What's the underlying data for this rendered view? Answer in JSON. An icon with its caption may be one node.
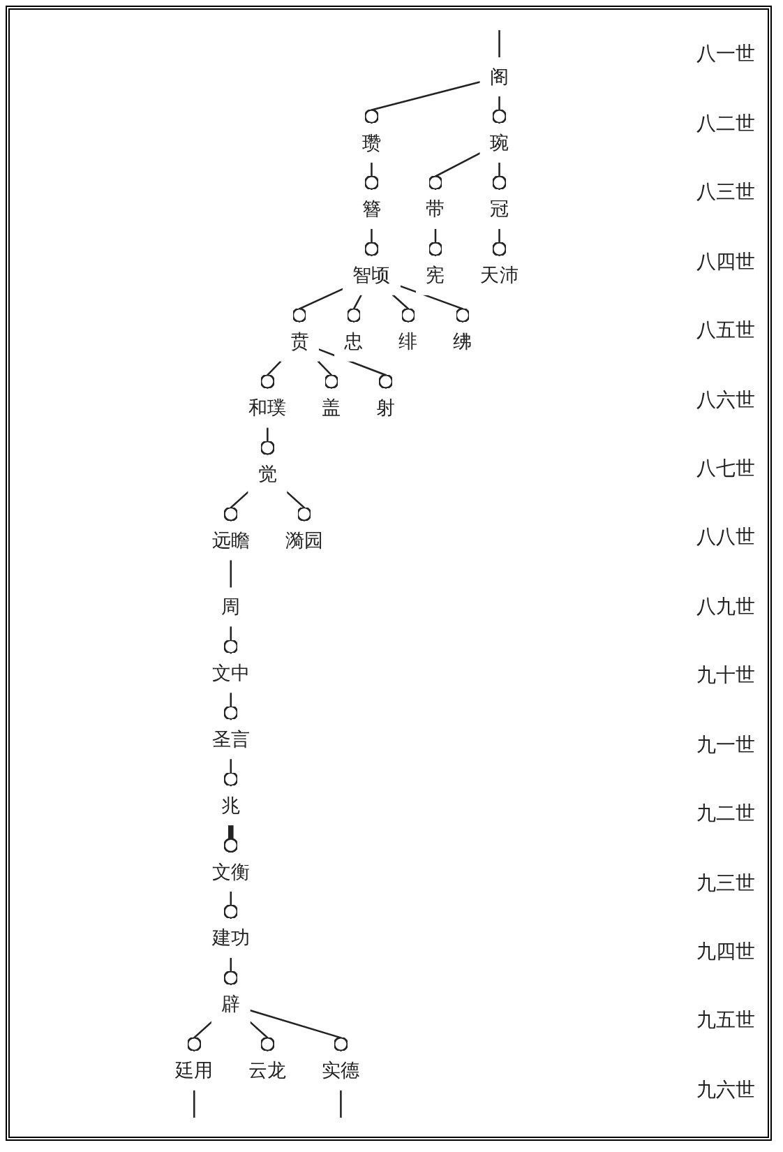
{
  "diagram": {
    "nodes": [
      {
        "text": [
          "阁"
        ]
      },
      {
        "text": [
          "瓒"
        ]
      },
      {
        "text": [
          "琬"
        ]
      },
      {
        "text": [
          "簪"
        ]
      },
      {
        "text": [
          "带"
        ]
      },
      {
        "text": [
          "冠"
        ]
      },
      {
        "text": [
          "智顷"
        ]
      },
      {
        "text": [
          "宪"
        ]
      },
      {
        "text": [
          "天沛"
        ]
      },
      {
        "text": [
          "贲"
        ]
      },
      {
        "text": [
          "忠"
        ]
      },
      {
        "text": [
          "绯"
        ]
      },
      {
        "text": [
          "绋"
        ]
      },
      {
        "text": [
          "和璞"
        ]
      },
      {
        "text": [
          "盖"
        ]
      },
      {
        "text": [
          "射"
        ]
      },
      {
        "text": [
          "觉"
        ]
      },
      {
        "text": [
          "远瞻"
        ]
      },
      {
        "text": [
          "漪园"
        ]
      },
      {
        "text": [
          "周"
        ]
      },
      {
        "text": [
          "文中"
        ]
      },
      {
        "text": [
          "圣言"
        ]
      },
      {
        "text": [
          "兆"
        ]
      },
      {
        "text": [
          "文衡"
        ]
      },
      {
        "text": [
          "建功"
        ]
      },
      {
        "text": [
          "辟"
        ]
      },
      {
        "text": [
          "廷用"
        ]
      },
      {
        "text": [
          "云龙"
        ]
      },
      {
        "text": [
          "实德"
        ]
      }
    ],
    "edges": [
      {
        "from": null,
        "to": 0,
        "arrow": "none"
      },
      {
        "from": 0,
        "to": 1,
        "arrow": "other"
      },
      {
        "from": 0,
        "to": 2,
        "arrow": "other"
      },
      {
        "from": 1,
        "to": 3,
        "arrow": "other"
      },
      {
        "from": 2,
        "to": 4,
        "arrow": "other"
      },
      {
        "from": 2,
        "to": 5,
        "arrow": "other"
      },
      {
        "from": 3,
        "to": 6,
        "arrow": "other"
      },
      {
        "from": 4,
        "to": 7,
        "arrow": "other"
      },
      {
        "from": 5,
        "to": 8,
        "arrow": "other"
      },
      {
        "from": 6,
        "to": 9,
        "arrow": "other"
      },
      {
        "from": 6,
        "to": 10,
        "arrow": "other"
      },
      {
        "from": 6,
        "to": 11,
        "arrow": "other"
      },
      {
        "from": 6,
        "to": 12,
        "arrow": "other"
      },
      {
        "from": 9,
        "to": 13,
        "arrow": "other"
      },
      {
        "from": 9,
        "to": 14,
        "arrow": "other"
      },
      {
        "from": 9,
        "to": 15,
        "arrow": "other"
      },
      {
        "from": 13,
        "to": 16,
        "arrow": "other"
      },
      {
        "from": 16,
        "to": 17,
        "arrow": "other"
      },
      {
        "from": 16,
        "to": 18,
        "arrow": "other"
      },
      {
        "from": 17,
        "to": 19,
        "arrow": "none"
      },
      {
        "from": 19,
        "to": 20,
        "arrow": "other"
      },
      {
        "from": 20,
        "to": 21,
        "arrow": "other"
      },
      {
        "from": 21,
        "to": 22,
        "arrow": "other"
      },
      {
        "from": 22,
        "to": 23,
        "arrow": "other",
        "style": "thick"
      },
      {
        "from": 23,
        "to": 24,
        "arrow": "other"
      },
      {
        "from": 24,
        "to": 25,
        "arrow": "other"
      },
      {
        "from": 25,
        "to": 26,
        "arrow": "other"
      },
      {
        "from": 25,
        "to": 27,
        "arrow": "other"
      },
      {
        "from": 25,
        "to": 28,
        "arrow": "other"
      },
      {
        "from": 26,
        "to": null,
        "arrow": "none"
      },
      {
        "from": 28,
        "to": null,
        "arrow": "none"
      }
    ],
    "labels": [
      "八一世",
      "八二世",
      "八三世",
      "八四世",
      "八五世",
      "八六世",
      "八七世",
      "八八世",
      "八九世",
      "九十世",
      "九一世",
      "九二世",
      "九三世",
      "九四世",
      "九五世",
      "九六世"
    ]
  }
}
